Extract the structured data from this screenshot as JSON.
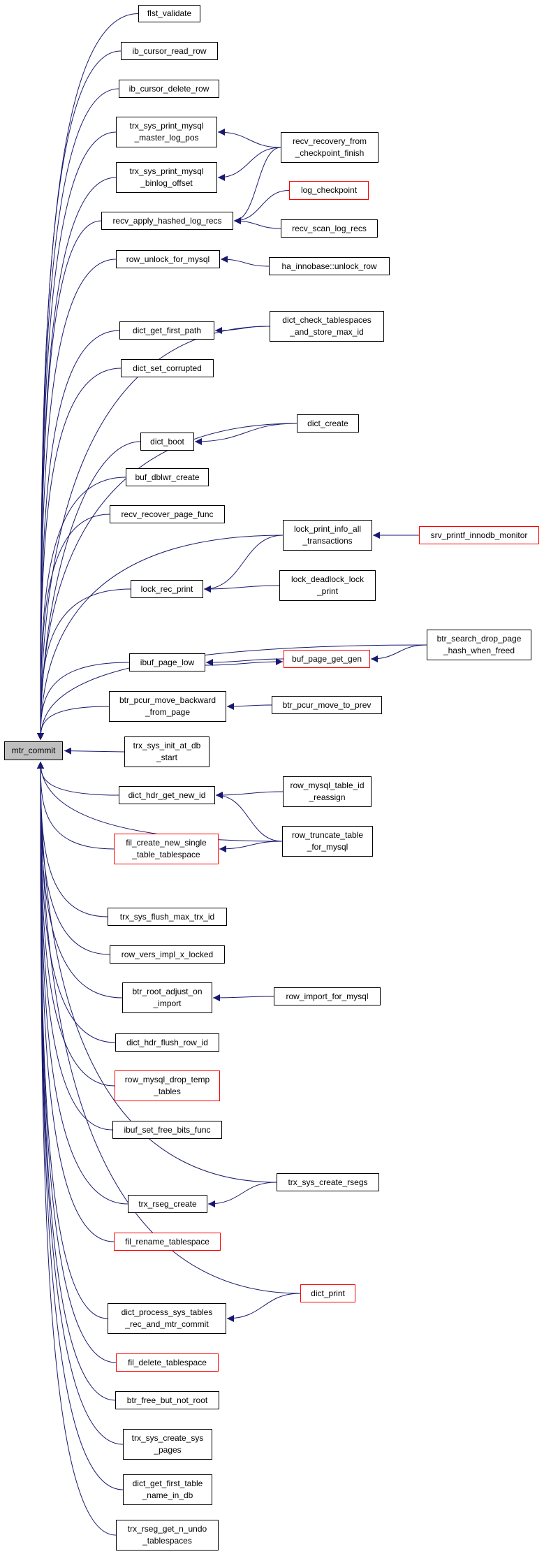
{
  "colors": {
    "edge": "#191970",
    "border": "#000000",
    "truncated_border": "#ff0000",
    "root_fill": "#bfbfbf"
  },
  "nodes": {
    "mtr_commit": {
      "label": "mtr_commit"
    },
    "flst_validate": {
      "label": "flst_validate"
    },
    "ib_cursor_read_row": {
      "label": "ib_cursor_read_row"
    },
    "ib_cursor_delete_row": {
      "label": "ib_cursor_delete_row"
    },
    "trx_sys_print_mysql_master_log_pos": {
      "label": "trx_sys_print_mysql\n_master_log_pos"
    },
    "trx_sys_print_mysql_binlog_offset": {
      "label": "trx_sys_print_mysql\n_binlog_offset"
    },
    "recv_apply_hashed_log_recs": {
      "label": "recv_apply_hashed_log_recs"
    },
    "row_unlock_for_mysql": {
      "label": "row_unlock_for_mysql"
    },
    "dict_get_first_path": {
      "label": "dict_get_first_path"
    },
    "dict_set_corrupted": {
      "label": "dict_set_corrupted"
    },
    "dict_boot": {
      "label": "dict_boot"
    },
    "buf_dblwr_create": {
      "label": "buf_dblwr_create"
    },
    "recv_recover_page_func": {
      "label": "recv_recover_page_func"
    },
    "lock_rec_print": {
      "label": "lock_rec_print"
    },
    "ibuf_page_low": {
      "label": "ibuf_page_low"
    },
    "btr_pcur_move_backward_from_page": {
      "label": "btr_pcur_move_backward\n_from_page"
    },
    "trx_sys_init_at_db_start": {
      "label": "trx_sys_init_at_db\n_start"
    },
    "dict_hdr_get_new_id": {
      "label": "dict_hdr_get_new_id"
    },
    "fil_create_new_single_table_tablespace": {
      "label": "fil_create_new_single\n_table_tablespace"
    },
    "trx_sys_flush_max_trx_id": {
      "label": "trx_sys_flush_max_trx_id"
    },
    "row_vers_impl_x_locked": {
      "label": "row_vers_impl_x_locked"
    },
    "btr_root_adjust_on_import": {
      "label": "btr_root_adjust_on\n_import"
    },
    "dict_hdr_flush_row_id": {
      "label": "dict_hdr_flush_row_id"
    },
    "row_mysql_drop_temp_tables": {
      "label": "row_mysql_drop_temp\n_tables"
    },
    "ibuf_set_free_bits_func": {
      "label": "ibuf_set_free_bits_func"
    },
    "trx_rseg_create": {
      "label": "trx_rseg_create"
    },
    "fil_rename_tablespace": {
      "label": "fil_rename_tablespace"
    },
    "dict_process_sys_tables_rec_and_mtr_commit": {
      "label": "dict_process_sys_tables\n_rec_and_mtr_commit"
    },
    "fil_delete_tablespace": {
      "label": "fil_delete_tablespace"
    },
    "btr_free_but_not_root": {
      "label": "btr_free_but_not_root"
    },
    "trx_sys_create_sys_pages": {
      "label": "trx_sys_create_sys\n_pages"
    },
    "dict_get_first_table_name_in_db": {
      "label": "dict_get_first_table\n_name_in_db"
    },
    "trx_rseg_get_n_undo_tablespaces": {
      "label": "trx_rseg_get_n_undo\n_tablespaces"
    },
    "recv_recovery_from_checkpoint_finish": {
      "label": "recv_recovery_from\n_checkpoint_finish"
    },
    "log_checkpoint": {
      "label": "log_checkpoint"
    },
    "recv_scan_log_recs": {
      "label": "recv_scan_log_recs"
    },
    "ha_innobase_unlock_row": {
      "label": "ha_innobase::unlock_row"
    },
    "dict_check_tablespaces_and_store_max_id": {
      "label": "dict_check_tablespaces\n_and_store_max_id"
    },
    "dict_create": {
      "label": "dict_create"
    },
    "lock_print_info_all_transactions": {
      "label": "lock_print_info_all\n_transactions"
    },
    "lock_deadlock_lock_print": {
      "label": "lock_deadlock_lock\n_print"
    },
    "buf_page_get_gen": {
      "label": "buf_page_get_gen"
    },
    "btr_pcur_move_to_prev": {
      "label": "btr_pcur_move_to_prev"
    },
    "row_mysql_table_id_reassign": {
      "label": "row_mysql_table_id\n_reassign"
    },
    "row_truncate_table_for_mysql": {
      "label": "row_truncate_table\n_for_mysql"
    },
    "row_import_for_mysql": {
      "label": "row_import_for_mysql"
    },
    "trx_sys_create_rsegs": {
      "label": "trx_sys_create_rsegs"
    },
    "dict_print": {
      "label": "dict_print"
    },
    "srv_printf_innodb_monitor": {
      "label": "srv_printf_innodb_monitor"
    },
    "btr_search_drop_page_hash_when_freed": {
      "label": "btr_search_drop_page\n_hash_when_freed"
    }
  },
  "edges": [
    [
      "flst_validate",
      "mtr_commit"
    ],
    [
      "ib_cursor_read_row",
      "mtr_commit"
    ],
    [
      "ib_cursor_delete_row",
      "mtr_commit"
    ],
    [
      "trx_sys_print_mysql_master_log_pos",
      "mtr_commit"
    ],
    [
      "trx_sys_print_mysql_binlog_offset",
      "mtr_commit"
    ],
    [
      "recv_apply_hashed_log_recs",
      "mtr_commit"
    ],
    [
      "row_unlock_for_mysql",
      "mtr_commit"
    ],
    [
      "dict_check_tablespaces_and_store_max_id",
      "mtr_commit"
    ],
    [
      "dict_get_first_path",
      "mtr_commit"
    ],
    [
      "dict_set_corrupted",
      "mtr_commit"
    ],
    [
      "dict_create",
      "mtr_commit"
    ],
    [
      "dict_boot",
      "mtr_commit"
    ],
    [
      "buf_dblwr_create",
      "mtr_commit"
    ],
    [
      "recv_recover_page_func",
      "mtr_commit"
    ],
    [
      "lock_print_info_all_transactions",
      "mtr_commit"
    ],
    [
      "lock_rec_print",
      "mtr_commit"
    ],
    [
      "btr_search_drop_page_hash_when_freed",
      "mtr_commit"
    ],
    [
      "ibuf_page_low",
      "mtr_commit"
    ],
    [
      "btr_pcur_move_backward_from_page",
      "mtr_commit"
    ],
    [
      "trx_sys_init_at_db_start",
      "mtr_commit"
    ],
    [
      "dict_hdr_get_new_id",
      "mtr_commit"
    ],
    [
      "row_truncate_table_for_mysql",
      "mtr_commit"
    ],
    [
      "fil_create_new_single_table_tablespace",
      "mtr_commit"
    ],
    [
      "trx_sys_flush_max_trx_id",
      "mtr_commit"
    ],
    [
      "row_vers_impl_x_locked",
      "mtr_commit"
    ],
    [
      "btr_root_adjust_on_import",
      "mtr_commit"
    ],
    [
      "dict_hdr_flush_row_id",
      "mtr_commit"
    ],
    [
      "row_mysql_drop_temp_tables",
      "mtr_commit"
    ],
    [
      "ibuf_set_free_bits_func",
      "mtr_commit"
    ],
    [
      "trx_sys_create_rsegs",
      "mtr_commit"
    ],
    [
      "trx_rseg_create",
      "mtr_commit"
    ],
    [
      "fil_rename_tablespace",
      "mtr_commit"
    ],
    [
      "dict_print",
      "mtr_commit"
    ],
    [
      "dict_process_sys_tables_rec_and_mtr_commit",
      "mtr_commit"
    ],
    [
      "fil_delete_tablespace",
      "mtr_commit"
    ],
    [
      "btr_free_but_not_root",
      "mtr_commit"
    ],
    [
      "trx_sys_create_sys_pages",
      "mtr_commit"
    ],
    [
      "dict_get_first_table_name_in_db",
      "mtr_commit"
    ],
    [
      "trx_rseg_get_n_undo_tablespaces",
      "mtr_commit"
    ],
    [
      "recv_recovery_from_checkpoint_finish",
      "trx_sys_print_mysql_master_log_pos"
    ],
    [
      "recv_recovery_from_checkpoint_finish",
      "trx_sys_print_mysql_binlog_offset"
    ],
    [
      "recv_recovery_from_checkpoint_finish",
      "recv_apply_hashed_log_recs"
    ],
    [
      "log_checkpoint",
      "recv_apply_hashed_log_recs"
    ],
    [
      "recv_scan_log_recs",
      "recv_apply_hashed_log_recs"
    ],
    [
      "ha_innobase_unlock_row",
      "row_unlock_for_mysql"
    ],
    [
      "dict_check_tablespaces_and_store_max_id",
      "dict_get_first_path"
    ],
    [
      "dict_create",
      "dict_boot"
    ],
    [
      "lock_print_info_all_transactions",
      "lock_rec_print"
    ],
    [
      "lock_deadlock_lock_print",
      "lock_rec_print"
    ],
    [
      "srv_printf_innodb_monitor",
      "lock_print_info_all_transactions"
    ],
    [
      "buf_page_get_gen",
      "ibuf_page_low"
    ],
    [
      "ibuf_page_low",
      "buf_page_get_gen"
    ],
    [
      "btr_search_drop_page_hash_when_freed",
      "buf_page_get_gen"
    ],
    [
      "btr_pcur_move_to_prev",
      "btr_pcur_move_backward_from_page"
    ],
    [
      "row_mysql_table_id_reassign",
      "dict_hdr_get_new_id"
    ],
    [
      "row_truncate_table_for_mysql",
      "dict_hdr_get_new_id"
    ],
    [
      "row_truncate_table_for_mysql",
      "fil_create_new_single_table_tablespace"
    ],
    [
      "row_import_for_mysql",
      "btr_root_adjust_on_import"
    ],
    [
      "trx_sys_create_rsegs",
      "trx_rseg_create"
    ],
    [
      "dict_print",
      "dict_process_sys_tables_rec_and_mtr_commit"
    ]
  ]
}
